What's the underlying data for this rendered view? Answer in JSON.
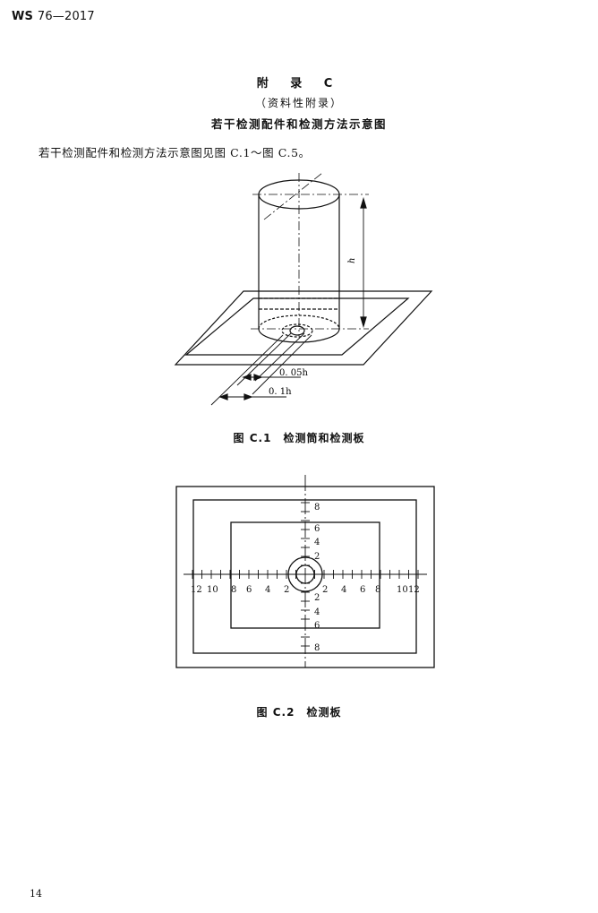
{
  "header": {
    "standard_prefix": "WS",
    "standard_number": "76—2017"
  },
  "appendix": {
    "title": "附 录 C",
    "type": "（资料性附录）",
    "heading": "若干检测配件和检测方法示意图"
  },
  "intro_text": "若干检测配件和检测方法示意图见图 C.1～图 C.5。",
  "figure_c1": {
    "caption": "图 C.1　检测筒和检测板",
    "dim_h": "h",
    "dim_005h": "0. 05h",
    "dim_01h": "0. 1h"
  },
  "figure_c2": {
    "caption": "图 C.2　检测板",
    "x_left_labels": [
      "12",
      "10",
      "8",
      "6",
      "4",
      "2"
    ],
    "x_right_labels": [
      "2",
      "4",
      "6",
      "8",
      "10",
      "12"
    ],
    "y_up_labels": [
      "8",
      "6",
      "4",
      "2"
    ],
    "y_down_labels": [
      "2",
      "4",
      "6",
      "8"
    ]
  },
  "page_number": "14"
}
